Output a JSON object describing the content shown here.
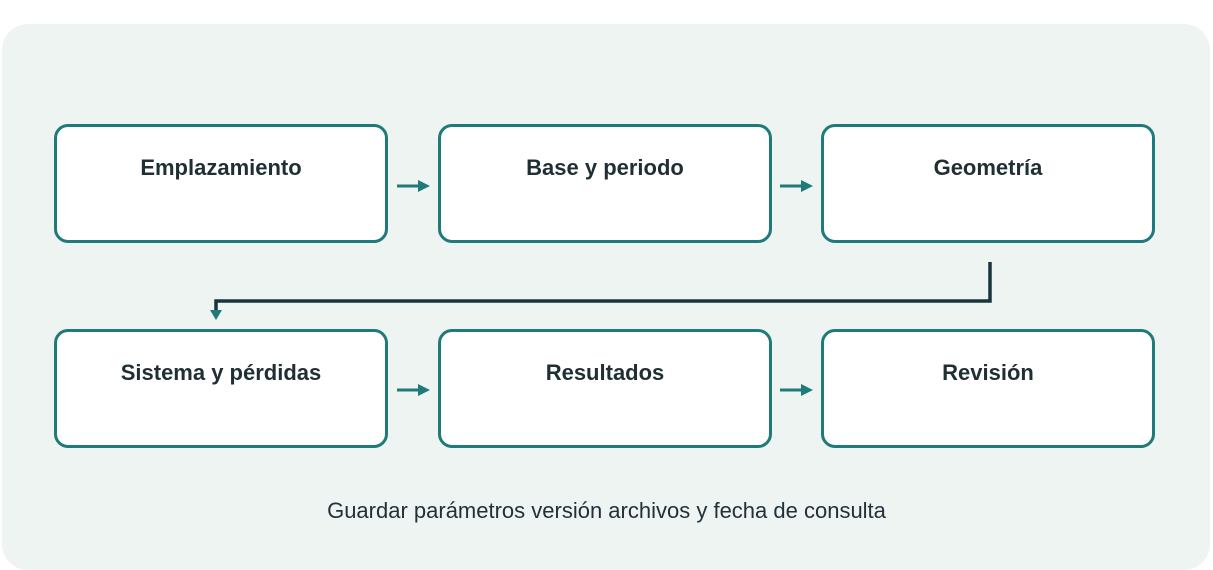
{
  "diagram": {
    "steps": [
      {
        "id": "emplazamiento",
        "label": "Emplazamiento"
      },
      {
        "id": "base-y-periodo",
        "label": "Base y periodo"
      },
      {
        "id": "geometria",
        "label": "Geometría"
      },
      {
        "id": "sistema-y-perdidas",
        "label": "Sistema y pérdidas"
      },
      {
        "id": "resultados",
        "label": "Resultados"
      },
      {
        "id": "revision",
        "label": "Revisión"
      }
    ],
    "footer": "Guardar parámetros versión archivos y fecha de consulta"
  },
  "colors": {
    "panel": "#eef4f1",
    "box_border": "#1f7a7a",
    "arrow": "#1f7a7a",
    "return_line": "#16363c",
    "text": "#1f2f33"
  }
}
